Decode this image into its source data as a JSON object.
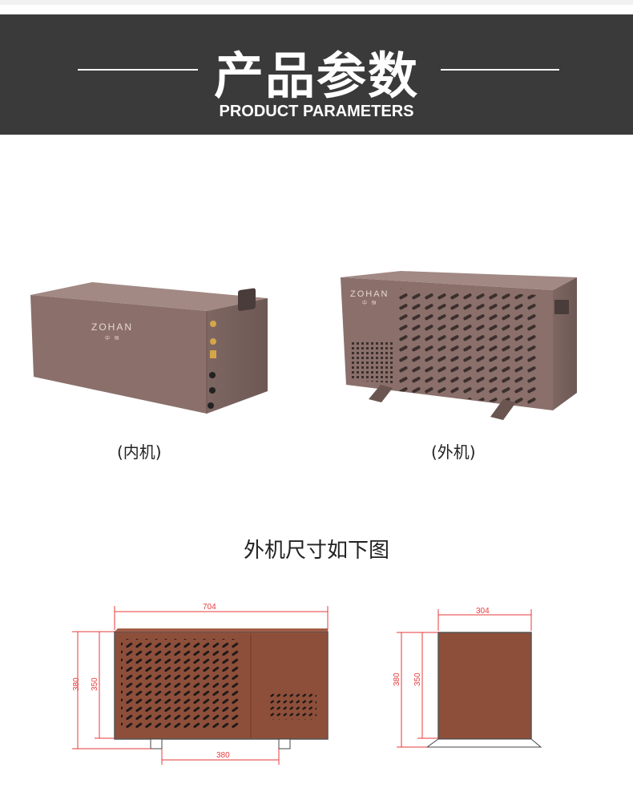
{
  "banner": {
    "title": "产品参数",
    "subtitle": "PRODUCT PARAMETERS"
  },
  "products": [
    {
      "caption": "(内机)",
      "logo": "ZOHAN",
      "logo_sub": "中 恒"
    },
    {
      "caption": "(外机)",
      "logo": "ZOHAN",
      "logo_sub": "中 恒"
    }
  ],
  "dimensions": {
    "title": "外机尺寸如下图",
    "front": {
      "width": "704",
      "height_total": "380",
      "height_body": "350",
      "feet_span": "380"
    },
    "side": {
      "width": "304",
      "height_total": "380",
      "height_body": "350"
    }
  },
  "colors": {
    "banner_bg": "#3a3a3a",
    "unit_body": "#8a6f6b",
    "drawing_body": "#8e4f3a",
    "dimension_lines": "#e83a3a"
  }
}
